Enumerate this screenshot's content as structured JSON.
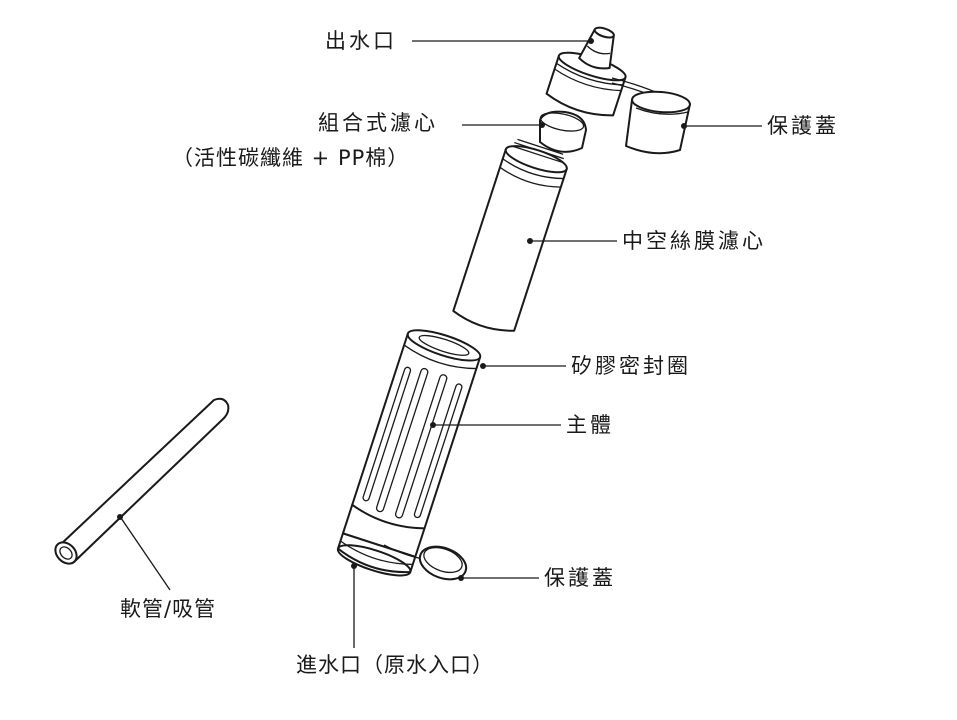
{
  "labels": {
    "outlet": "出水口",
    "composite_filter_line1": "組合式濾心",
    "composite_filter_line2": "（活性碳纖維 + PP棉）",
    "cap_top": "保護蓋",
    "hollow_fiber": "中空絲膜濾心",
    "silicone_ring": "矽膠密封圈",
    "main_body": "主體",
    "cap_bottom": "保護蓋",
    "hose": "軟管/吸管",
    "inlet": "進水口（原水入口）"
  }
}
